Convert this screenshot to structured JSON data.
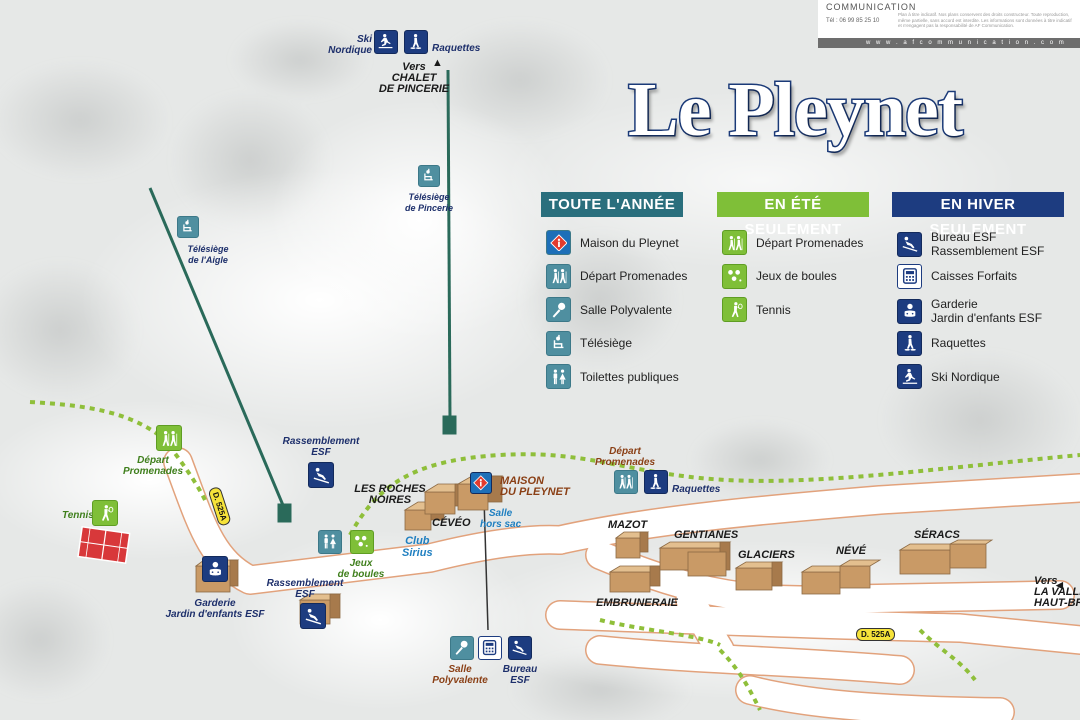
{
  "header_card": {
    "company": "COMMUNICATION",
    "phone": "Tél : 06 99 85 25 10",
    "fine_print": "Plan à titre indicatif. Nos plans conservent des droits constructeur. Toute reproduction, même partielle, sans accord est interdite. Les informations sont données à titre indicatif et n'engagent pas la responsabilité de AF Communication.",
    "url": "w w w . a f c o m m u n i c a t i o n . c o m"
  },
  "title": "Le Pleynet",
  "legend": {
    "columns": [
      {
        "heading": "TOUTE L'ANNÉE",
        "color": "#2a6f7d",
        "items": [
          {
            "icon": "info-icon",
            "label": "Maison du Pleynet"
          },
          {
            "icon": "hikers-icon",
            "label": "Départ Promenades"
          },
          {
            "icon": "microphone-icon",
            "label": "Salle Polyvalente"
          },
          {
            "icon": "chairlift-icon",
            "label": "Télésiège"
          },
          {
            "icon": "toilets-icon",
            "label": "Toilettes publiques"
          }
        ]
      },
      {
        "heading": "EN ÉTÉ SEULEMENT",
        "color": "#7fbf38",
        "items": [
          {
            "icon": "hikers-icon",
            "label": "Départ Promenades"
          },
          {
            "icon": "petanque-icon",
            "label": "Jeux de boules"
          },
          {
            "icon": "tennis-icon",
            "label": "Tennis"
          }
        ]
      },
      {
        "heading": "EN HIVER SEULEMENT",
        "color": "#1d3c80",
        "items": [
          {
            "icon": "ski-school-icon",
            "label": "Bureau ESF\nRassemblement ESF"
          },
          {
            "icon": "ticket-office-icon",
            "label": "Caisses Forfaits"
          },
          {
            "icon": "kindergarten-icon",
            "label": "Garderie\nJardin d'enfants ESF"
          },
          {
            "icon": "snowshoe-icon",
            "label": "Raquettes"
          },
          {
            "icon": "cross-country-ski-icon",
            "label": "Ski Nordique"
          }
        ]
      }
    ]
  },
  "map_labels": {
    "ski_nordique": "Ski\nNordique",
    "raquettes_top": "Raquettes",
    "vers_chalet": "Vers\nCHALET\nDE PINCERIE",
    "telesiege_pincerie": "Télésiège\nde Pincerie",
    "telesiege_aigle": "Télésiège\nde l'Aigle",
    "depart_promenades_left": "Départ\nPromenades",
    "tennis": "Tennis",
    "rassemblement_esf_top": "Rassemblement\nESF",
    "les_roches_noires": "LES ROCHES\nNOIRES",
    "maison_du_pleynet": "MAISON\nDU PLEYNET",
    "ceveo": "CÉVÉO",
    "salle_hors_sac": "Salle\nhors sac",
    "club_sirius": "Club\nSirius",
    "jeux_de_boules": "Jeux\nde boules",
    "garderie": "Garderie\nJardin d'enfants ESF",
    "rassemblement_esf_bottom": "Rassemblement\nESF",
    "depart_promenades_right": "Départ\nPromenades",
    "raquettes_right": "Raquettes",
    "mazot": "MAZOT",
    "gentianes": "GENTIANES",
    "glaciers": "GLACIERS",
    "neve": "NÉVÉ",
    "seracs": "SÉRACS",
    "embruneraie": "EMBRUNERAIE",
    "vers_vallee": "Vers\nLA VALLÉE\nHAUT-BR",
    "salle_polyvalente": "Salle\nPolyvalente",
    "bureau_esf": "Bureau\nESF",
    "road_left": "D. 525A",
    "road_right": "D. 525A"
  },
  "colors": {
    "all_year": "#2a6f7d",
    "summer": "#7fbf38",
    "winter": "#1d3c80",
    "title_outline": "#1b3a78",
    "road_fill": "#ffffff",
    "road_edge": "#e2a27c",
    "trail": "#8fbf3a",
    "lift": "#2a6a5a",
    "building": "#c99a66"
  }
}
